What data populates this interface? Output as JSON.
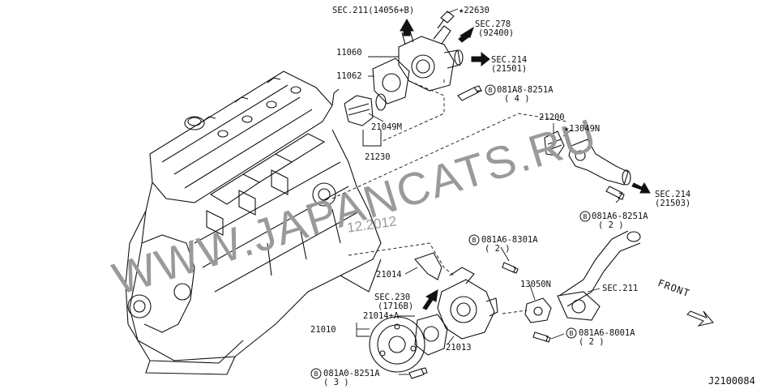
{
  "watermark": {
    "brand": "WWW.JAPANCATS.RU",
    "date": "12.2012"
  },
  "colors": {
    "ink": "#111111",
    "watermark": "#9a9a9a",
    "background": "#ffffff"
  },
  "labels": {
    "sec211_top": "SEC.211(14056+B)",
    "p22630": "★22630",
    "sec278": "SEC.278",
    "sec278_sub": "(92400)",
    "p11060": "11060",
    "sec214_a": "SEC.214",
    "sec214_a_sub": "(21501)",
    "p11062": "11062",
    "bolt_a": "081A8-8251A",
    "bolt_a_qty": "( 4 )",
    "p21049m": "21049M",
    "p21230": "21230",
    "p21200": "21200",
    "p13049n": "★13049N",
    "sec214_b": "SEC.214",
    "sec214_b_sub": "(21503)",
    "bolt_b": "081A6-8251A",
    "bolt_b_qty": "( 2 )",
    "bolt_c": "081A6-8301A",
    "bolt_c_qty": "( 2 )",
    "p21014": "21014",
    "p13050n": "13050N",
    "sec211_r": "SEC.211",
    "sec230": "SEC.230",
    "sec230_sub": "(1716B)",
    "p21014a": "21014+A",
    "p21010": "21010",
    "p21013": "21013",
    "bolt_d": "081A6-8001A",
    "bolt_d_qty": "( 2 )",
    "bolt_e": "081A0-8251A",
    "bolt_e_qty": "( 3 )",
    "front": "FRONT",
    "diagram_id": "J2100084",
    "bolt_symbol": "B"
  }
}
